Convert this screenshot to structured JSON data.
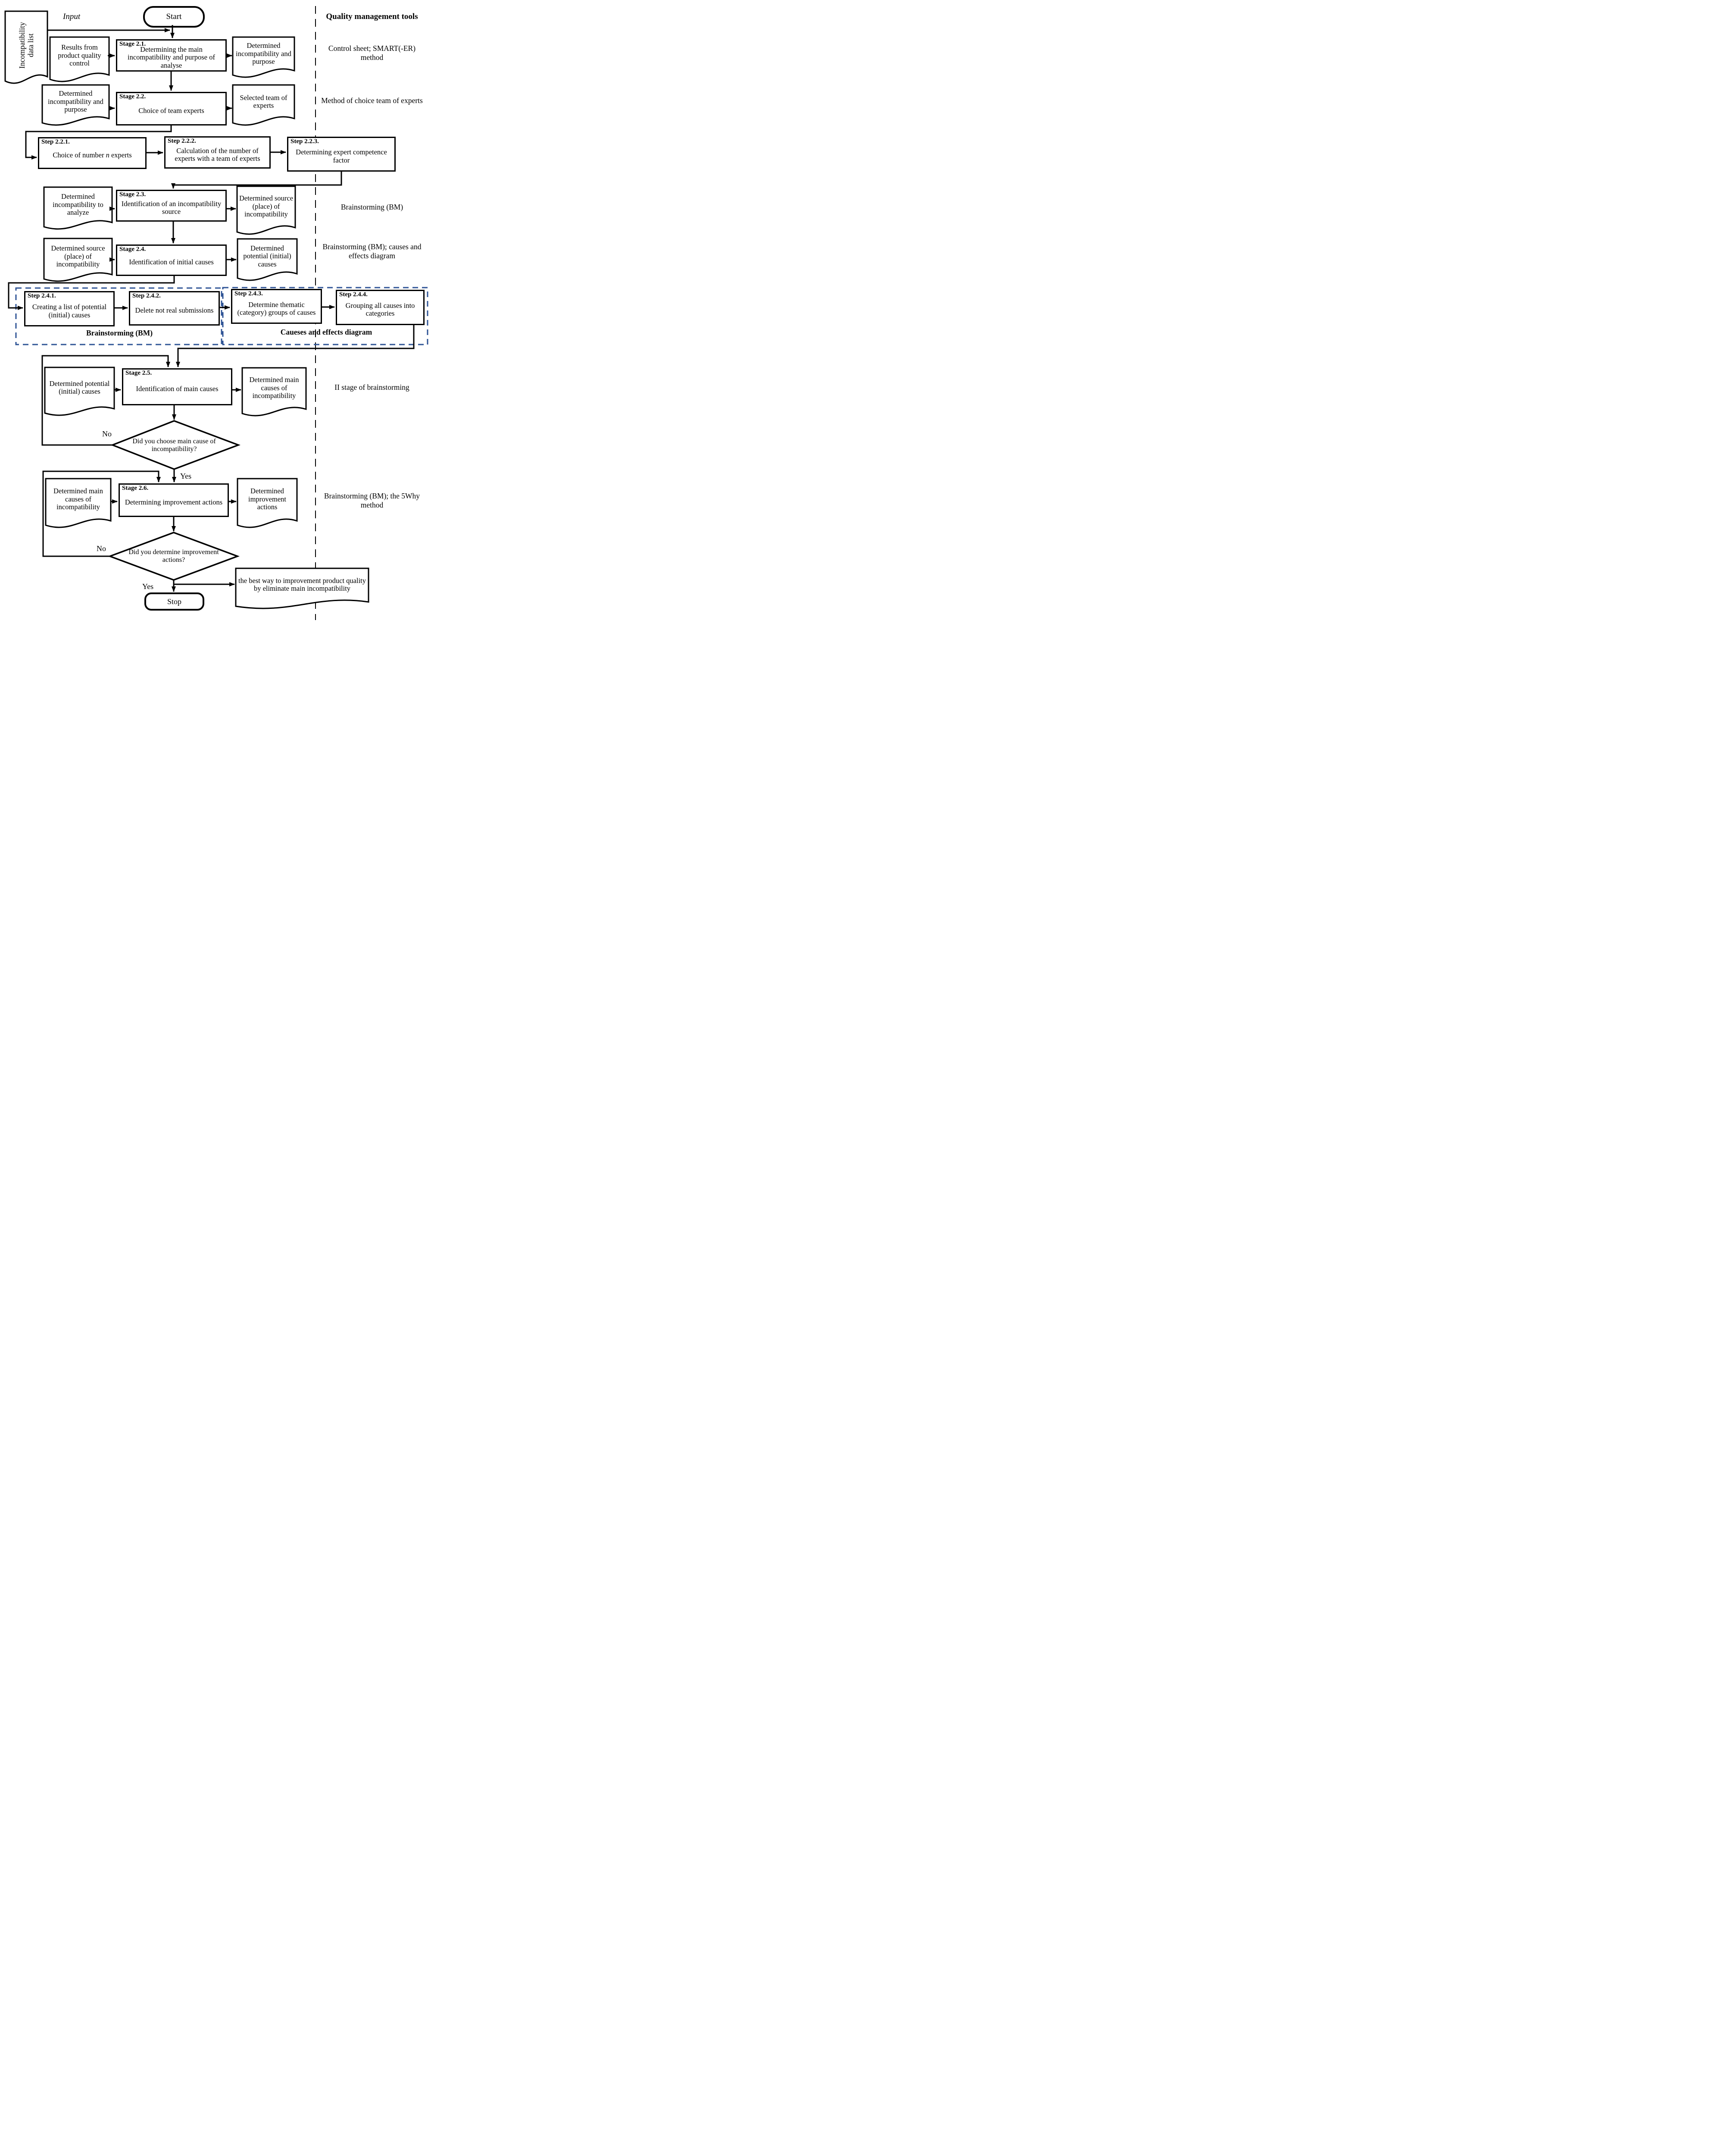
{
  "labels": {
    "input": "Input",
    "yes": "Yes",
    "no": "No",
    "start": "Start",
    "stop": "Stop"
  },
  "input_doc": {
    "line1": "Incompatibility",
    "line2": "data list"
  },
  "output_doc": {
    "text": "the best way to improvement product quality by eliminate main incompatibility"
  },
  "tools": {
    "header": "Quality management tools",
    "items": [
      "Control sheet; SMART(-ER) method",
      "Method of choice team of experts",
      "Brainstorming (BM)",
      "Brainstorming (BM); causes and effects diagram",
      "II stage of brainstorming",
      "Brainstorming (BM); the 5Why method"
    ]
  },
  "stages": [
    {
      "tag": "Stage 2.1.",
      "title": "Determining the main incompatibility and purpose of analyse",
      "left": "Results from product quality control",
      "right": "Determined incompatibility and purpose"
    },
    {
      "tag": "Stage 2.2.",
      "title": "Choice of team experts",
      "left": "Determined incompatibility and purpose",
      "right": "Selected team of experts"
    },
    {
      "tag": "Stage 2.3.",
      "title": "Identification of an incompatibility source",
      "left": "Determined incompatibility to analyze",
      "right": "Determined source (place) of incompatibility"
    },
    {
      "tag": "Stage 2.4.",
      "title": "Identification of initial causes",
      "left": "Determined source (place) of incompatibility",
      "right": "Determined potential (initial) causes"
    },
    {
      "tag": "Stage 2.5.",
      "title": "Identification of main causes",
      "left": "Determined potential (initial) causes",
      "right": "Determined main causes of incompatibility"
    },
    {
      "tag": "Stage 2.6.",
      "title": "Determining improvement actions",
      "left": "Determined main causes of incompatibility",
      "right": "Determined improvement actions"
    }
  ],
  "steps": [
    {
      "tag": "Step 2.2.1.",
      "pre": "Choice of number ",
      "em": "n",
      "post": " experts"
    },
    {
      "tag": "Step 2.2.2.",
      "title": "Calculation of the number of experts with a team of experts"
    },
    {
      "tag": "Step 2.2.3.",
      "title": "Determining expert competence factor"
    },
    {
      "tag": "Step 2.4.1.",
      "title": "Creating a list of potential (initial) causes"
    },
    {
      "tag": "Step 2.4.2.",
      "title": "Delete not real submissions"
    },
    {
      "tag": "Step 2.4.3.",
      "title": "Determine thematic (category) groups of causes"
    },
    {
      "tag": "Step 2.4.4.",
      "title": "Grouping all causes into categories"
    }
  ],
  "groups": [
    "Brainstorming (BM)",
    "Caueses and effects diagram"
  ],
  "decisions": [
    "Did you choose main cause of incompatibility?",
    "Did you determine improvement actions?"
  ],
  "colors": {
    "group_border": "#2F5496",
    "line": "#000000",
    "background": "#FFFFFF"
  }
}
